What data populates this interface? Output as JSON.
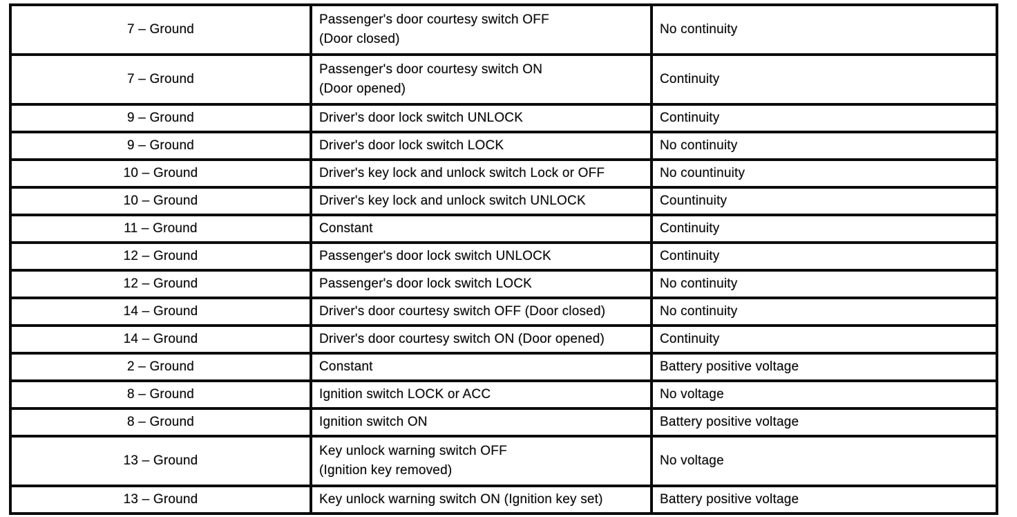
{
  "document": {
    "kind": "scanned-service-manual-continuity-table",
    "colors": {
      "ink": "#101010",
      "border": "#0b0b0b",
      "paper": "#ffffff"
    },
    "table": {
      "columns": [
        {
          "key": "terminal",
          "label": ""
        },
        {
          "key": "condition",
          "label": ""
        },
        {
          "key": "result",
          "label": ""
        }
      ],
      "rows": [
        {
          "terminal": "7 – Ground",
          "condition": "Passenger's door courtesy switch OFF\n(Door closed)",
          "result": "No continuity"
        },
        {
          "terminal": "7 – Ground",
          "condition": "Passenger's door courtesy switch ON\n(Door opened)",
          "result": "Continuity"
        },
        {
          "terminal": "9 – Ground",
          "condition": "Driver's door lock switch UNLOCK",
          "result": "Continuity"
        },
        {
          "terminal": "9 – Ground",
          "condition": "Driver's door lock switch LOCK",
          "result": "No continuity"
        },
        {
          "terminal": "10 – Ground",
          "condition": "Driver's key lock and unlock switch Lock or OFF",
          "result": "No countinuity"
        },
        {
          "terminal": "10 – Ground",
          "condition": "Driver's key lock and unlock switch UNLOCK",
          "result": "Countinuity"
        },
        {
          "terminal": "11 – Ground",
          "condition": "Constant",
          "result": "Continuity"
        },
        {
          "terminal": "12 – Ground",
          "condition": "Passenger's door lock switch UNLOCK",
          "result": "Continuity"
        },
        {
          "terminal": "12 – Ground",
          "condition": "Passenger's door lock switch LOCK",
          "result": "No continuity"
        },
        {
          "terminal": "14 – Ground",
          "condition": "Driver's door courtesy switch OFF (Door closed)",
          "result": "No continuity"
        },
        {
          "terminal": "14 – Ground",
          "condition": "Driver's door courtesy switch ON (Door opened)",
          "result": "Continuity"
        },
        {
          "terminal": "2 – Ground",
          "condition": "Constant",
          "result": "Battery positive voltage"
        },
        {
          "terminal": "8 – Ground",
          "condition": "Ignition switch LOCK or ACC",
          "result": "No voltage"
        },
        {
          "terminal": "8 – Ground",
          "condition": "Ignition switch ON",
          "result": "Battery positive voltage"
        },
        {
          "terminal": "13 – Ground",
          "condition": "Key unlock warning switch OFF\n(Ignition key removed)",
          "result": "No voltage"
        },
        {
          "terminal": "13 – Ground",
          "condition": "Key unlock warning switch ON (Ignition key set)",
          "result": "Battery positive voltage"
        }
      ]
    }
  }
}
